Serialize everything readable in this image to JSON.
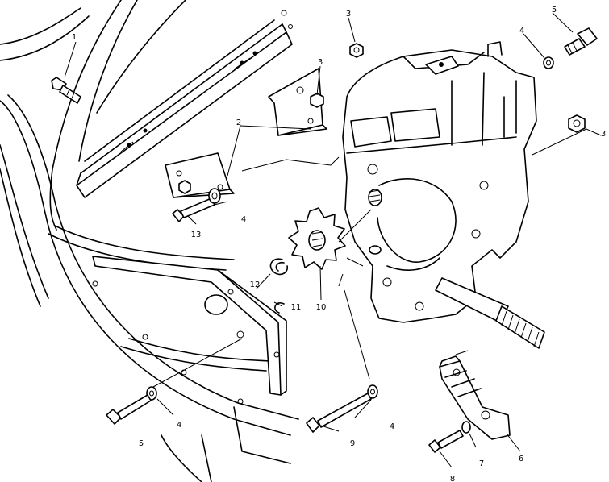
{
  "callouts": [
    {
      "id": "c1",
      "label": "1"
    },
    {
      "id": "c2",
      "label": "2"
    },
    {
      "id": "c3a",
      "label": "3"
    },
    {
      "id": "c3b",
      "label": "3"
    },
    {
      "id": "c3c",
      "label": "3"
    },
    {
      "id": "c4a",
      "label": "4"
    },
    {
      "id": "c4b",
      "label": "4"
    },
    {
      "id": "c4c",
      "label": "4"
    },
    {
      "id": "c4d",
      "label": "4"
    },
    {
      "id": "c5a",
      "label": "5"
    },
    {
      "id": "c5b",
      "label": "5"
    },
    {
      "id": "c6",
      "label": "6"
    },
    {
      "id": "c7",
      "label": "7"
    },
    {
      "id": "c8",
      "label": "8"
    },
    {
      "id": "c9",
      "label": "9"
    },
    {
      "id": "c10",
      "label": "10"
    },
    {
      "id": "c11",
      "label": "11"
    },
    {
      "id": "c12",
      "label": "12"
    },
    {
      "id": "c13",
      "label": "13"
    }
  ]
}
